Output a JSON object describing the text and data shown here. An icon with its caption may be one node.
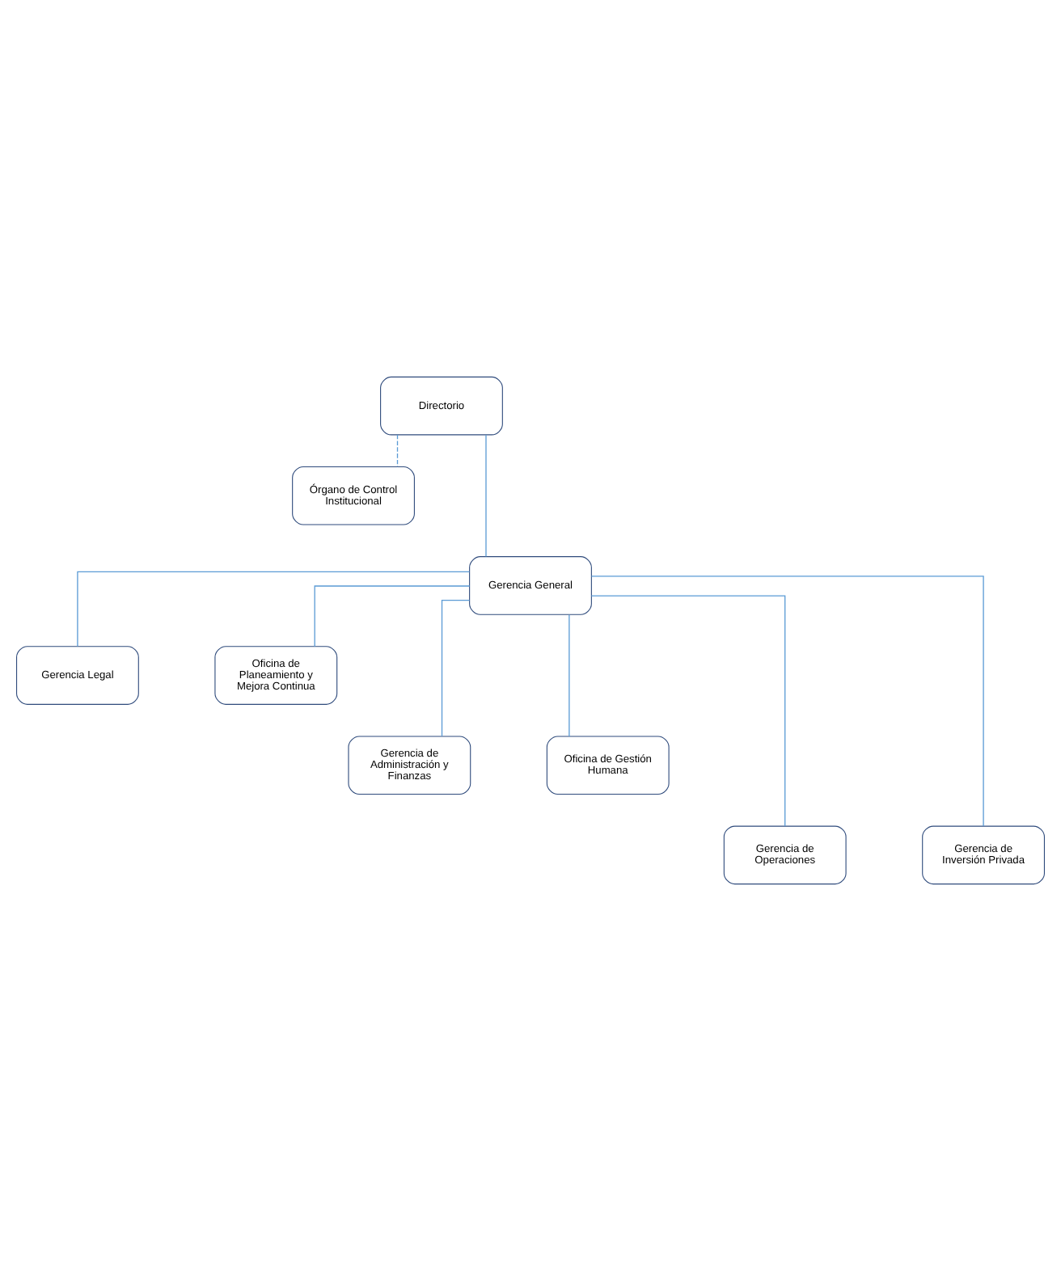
{
  "diagram": {
    "nodes": [
      {
        "text": [
          "Directorio"
        ]
      },
      {
        "text": [
          "Órgano de Control Institucional"
        ]
      },
      {
        "text": [
          "Gerencia General"
        ]
      },
      {
        "text": [
          "Gerencia Legal"
        ]
      },
      {
        "text": [
          "Oficina de Planeamiento y Mejora Continua"
        ]
      },
      {
        "text": [
          "Gerencia de Administración y Finanzas"
        ]
      },
      {
        "text": [
          "Oficina de Gestión Humana"
        ]
      },
      {
        "text": [
          "Gerencia de Operaciones"
        ]
      },
      {
        "text": [
          "Gerencia de Inversión Privada"
        ]
      }
    ],
    "edges": [
      {
        "from": 0,
        "to": 1,
        "arrow": "none",
        "style": "dashed"
      },
      {
        "from": 0,
        "to": 2,
        "arrow": "none"
      },
      {
        "from": 2,
        "to": 3,
        "arrow": "none"
      },
      {
        "from": 2,
        "to": 4,
        "arrow": "none"
      },
      {
        "from": 2,
        "to": 5,
        "arrow": "none"
      },
      {
        "from": 2,
        "to": 6,
        "arrow": "none"
      },
      {
        "from": 2,
        "to": 7,
        "arrow": "none"
      },
      {
        "from": 2,
        "to": 8,
        "arrow": "none"
      }
    ]
  }
}
